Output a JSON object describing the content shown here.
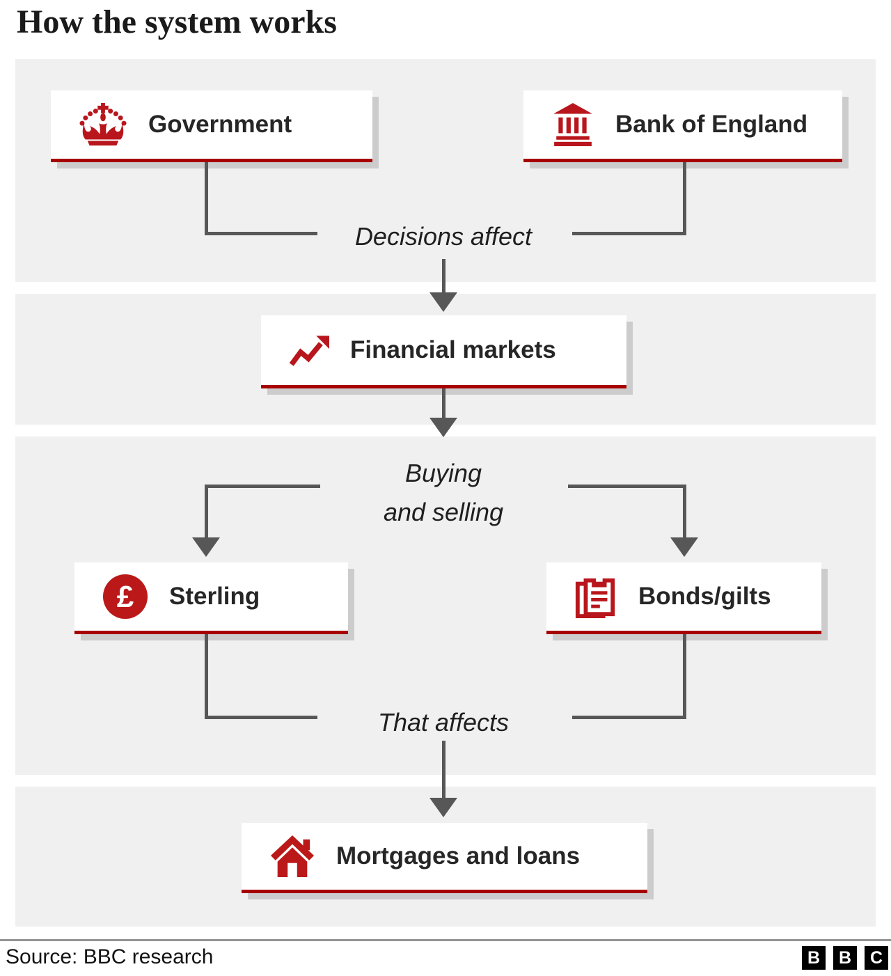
{
  "title": "How the system works",
  "nodes": {
    "government": {
      "label": "Government",
      "icon": "crown-icon"
    },
    "bank_of_england": {
      "label": "Bank of England",
      "icon": "bank-icon"
    },
    "financial_markets": {
      "label": "Financial markets",
      "icon": "chart-up-icon"
    },
    "sterling": {
      "label": "Sterling",
      "icon": "pound-icon"
    },
    "bonds_gilts": {
      "label": "Bonds/gilts",
      "icon": "bond-certificate-icon"
    },
    "mortgages_loans": {
      "label": "Mortgages and loans",
      "icon": "house-icon"
    }
  },
  "flow": {
    "decisions": "Decisions affect",
    "buying_line1": "Buying",
    "buying_line2": "and selling",
    "that_affects": "That affects"
  },
  "footer": {
    "source": "Source: BBC research",
    "logo_letters": [
      "B",
      "B",
      "C"
    ]
  },
  "colors": {
    "icon_red": "#b8161c",
    "border_red": "#a60000",
    "panel_bg": "#f0f0f0",
    "connector_gray": "#575757",
    "text_dark": "#262626"
  }
}
